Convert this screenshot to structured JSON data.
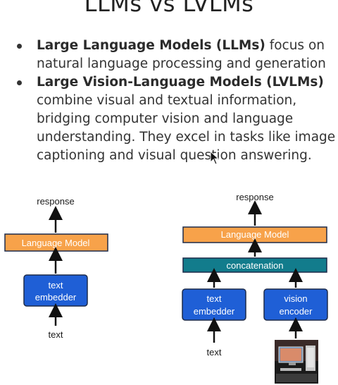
{
  "slide": {
    "title": "LLMs vs LVLMs",
    "bullets": [
      {
        "bold": "Large Language Models (LLMs)",
        "line1_rest": " focus on",
        "line2": "natural language processing and generation"
      },
      {
        "bold": "Large Vision-Language Models (LVLMs)",
        "line2": "combine visual and textual information,",
        "line3": "bridging computer vision and language",
        "line4": "understanding. They excel in tasks like image",
        "line5": "captioning and visual question answering."
      }
    ]
  },
  "diagram_left": {
    "response": "response",
    "language_model": "Language Model",
    "text_embedder_line1": "text",
    "text_embedder_line2": "embedder",
    "input": "text"
  },
  "diagram_right": {
    "response": "response",
    "language_model": "Language Model",
    "concatenation": "concatenation",
    "text_embedder_line1": "text",
    "text_embedder_line2": "embedder",
    "vision_encoder_line1": "vision",
    "vision_encoder_line2": "encoder",
    "input_text": "text"
  },
  "colors": {
    "language_model": "#f7a24a",
    "embedder": "#1f5fd6",
    "concatenation": "#127c8c",
    "border": "#1d2b4a"
  }
}
